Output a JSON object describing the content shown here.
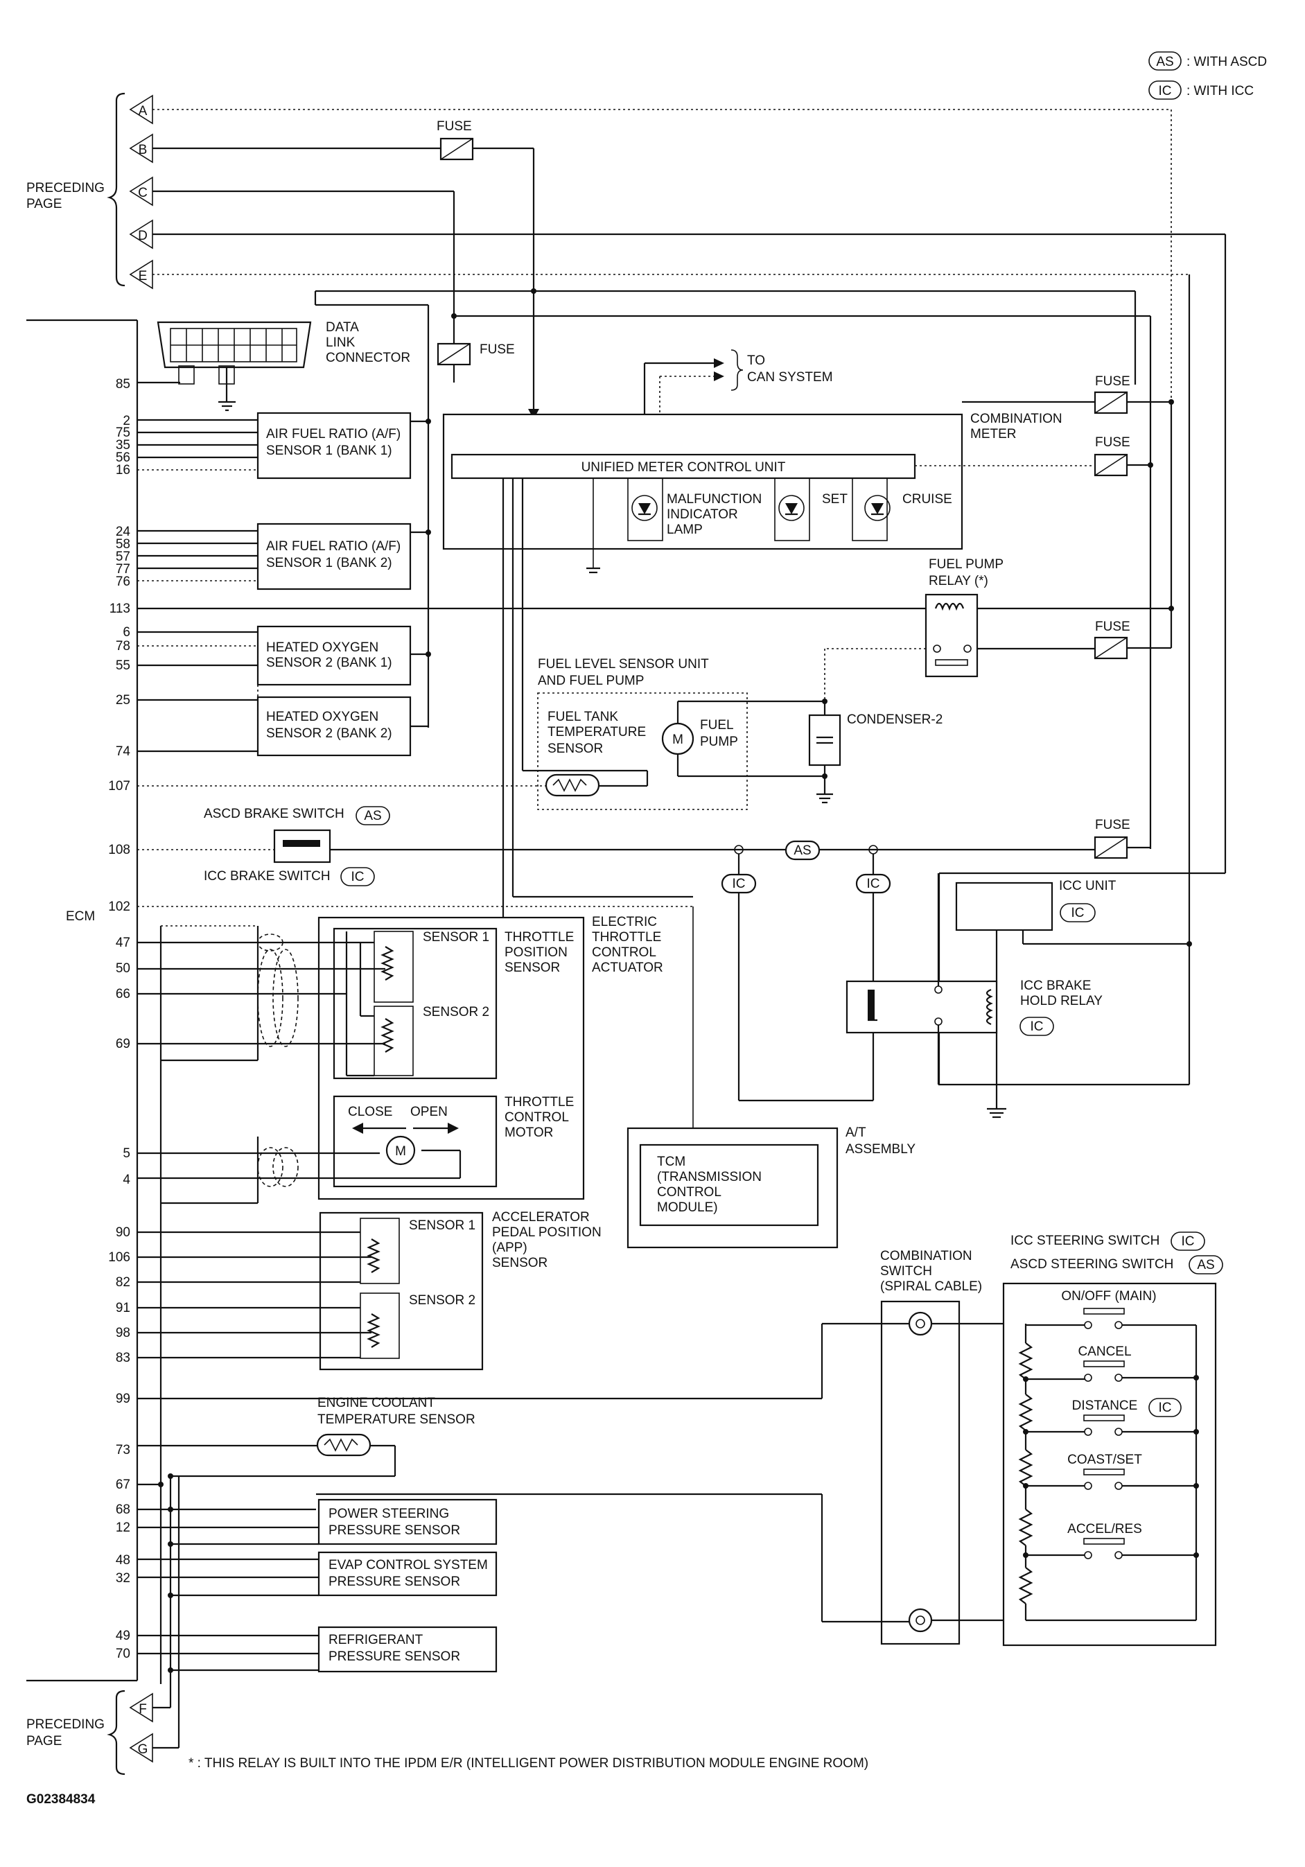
{
  "diagram_id": "G02384834",
  "legend": {
    "as": "AS",
    "as_text": ": WITH ASCD",
    "ic": "IC",
    "ic_text": ": WITH ICC"
  },
  "preceding_page": {
    "label_1": "PRECEDING",
    "label_2": "PAGE",
    "connectors_top": [
      "A",
      "B",
      "C",
      "D",
      "E"
    ],
    "connectors_bottom": [
      "F",
      "G"
    ]
  },
  "ecm": {
    "label": "ECM"
  },
  "fuse": "FUSE",
  "data_link": {
    "line1": "DATA",
    "line2": "LINK",
    "line3": "CONNECTOR"
  },
  "can": {
    "line1": "TO",
    "line2": "CAN SYSTEM"
  },
  "combination_meter": {
    "line1": "COMBINATION",
    "line2": "METER",
    "umcu": "UNIFIED METER CONTROL UNIT",
    "mil1": "MALFUNCTION",
    "mil2": "INDICATOR",
    "mil3": "LAMP",
    "set": "SET",
    "cruise": "CRUISE"
  },
  "af_bank1": {
    "line1": "AIR FUEL RATIO (A/F)",
    "line2": "SENSOR 1 (BANK 1)"
  },
  "af_bank2": {
    "line1": "AIR FUEL RATIO (A/F)",
    "line2": "SENSOR 1 (BANK 2)"
  },
  "ho2_bank1": {
    "line1": "HEATED OXYGEN",
    "line2": "SENSOR 2 (BANK 1)"
  },
  "ho2_bank2": {
    "line1": "HEATED OXYGEN",
    "line2": "SENSOR 2 (BANK 2)"
  },
  "fuel_pump_relay": {
    "line1": "FUEL PUMP",
    "line2": "RELAY (*)"
  },
  "fuel_level": {
    "line1": "FUEL LEVEL SENSOR UNIT",
    "line2": "AND FUEL PUMP",
    "tank1": "FUEL TANK",
    "tank2": "TEMPERATURE",
    "tank3": "SENSOR",
    "pump1": "FUEL",
    "pump2": "PUMP",
    "motor": "M"
  },
  "condenser": "CONDENSER-2",
  "ascd_brake": "ASCD BRAKE SWITCH",
  "icc_brake": "ICC BRAKE SWITCH",
  "icc_unit": "ICC UNIT",
  "icc_relay": {
    "line1": "ICC BRAKE",
    "line2": "HOLD RELAY"
  },
  "etc": {
    "line1": "ELECTRIC",
    "line2": "THROTTLE",
    "line3": "CONTROL",
    "line4": "ACTUATOR",
    "tp1": "THROTTLE",
    "tp2": "POSITION",
    "tp3": "SENSOR",
    "s1": "SENSOR 1",
    "s2": "SENSOR 2",
    "tcm1": "THROTTLE",
    "tcm2": "CONTROL",
    "tcm3": "MOTOR",
    "close": "CLOSE",
    "open": "OPEN",
    "motor": "M"
  },
  "at": {
    "line1": "A/T",
    "line2": "ASSEMBLY",
    "t1": "TCM",
    "t2": "(TRANSMISSION",
    "t3": "CONTROL",
    "t4": "MODULE)"
  },
  "app": {
    "line1": "ACCELERATOR",
    "line2": "PEDAL POSITION",
    "line3": "(APP)",
    "line4": "SENSOR",
    "s1": "SENSOR 1",
    "s2": "SENSOR 2"
  },
  "combo_switch": {
    "line1": "COMBINATION",
    "line2": "SWITCH",
    "line3": "(SPIRAL CABLE)"
  },
  "steering": {
    "icc": "ICC STEERING SWITCH",
    "ascd": "ASCD STEERING SWITCH",
    "sw1": "ON/OFF (MAIN)",
    "sw2": "CANCEL",
    "sw3": "DISTANCE",
    "sw4": "COAST/SET",
    "sw5": "ACCEL/RES"
  },
  "ect": {
    "line1": "ENGINE COOLANT",
    "line2": "TEMPERATURE SENSOR"
  },
  "ps": {
    "line1": "POWER STEERING",
    "line2": "PRESSURE SENSOR"
  },
  "evap": {
    "line1": "EVAP CONTROL SYSTEM",
    "line2": "PRESSURE SENSOR"
  },
  "refrig": {
    "line1": "REFRIGERANT",
    "line2": "PRESSURE SENSOR"
  },
  "pins": [
    "85",
    "2",
    "75",
    "35",
    "56",
    "16",
    "24",
    "58",
    "57",
    "77",
    "76",
    "113",
    "6",
    "78",
    "55",
    "25",
    "74",
    "107",
    "108",
    "102",
    "47",
    "50",
    "66",
    "69",
    "5",
    "4",
    "90",
    "106",
    "82",
    "91",
    "98",
    "83",
    "99",
    "73",
    "67",
    "68",
    "12",
    "48",
    "32",
    "49",
    "70"
  ],
  "footnote": "* : THIS RELAY IS BUILT INTO THE IPDM E/R (INTELLIGENT POWER DISTRIBUTION MODULE ENGINE ROOM)",
  "colors": {
    "line": "#111111",
    "background": "#ffffff"
  }
}
